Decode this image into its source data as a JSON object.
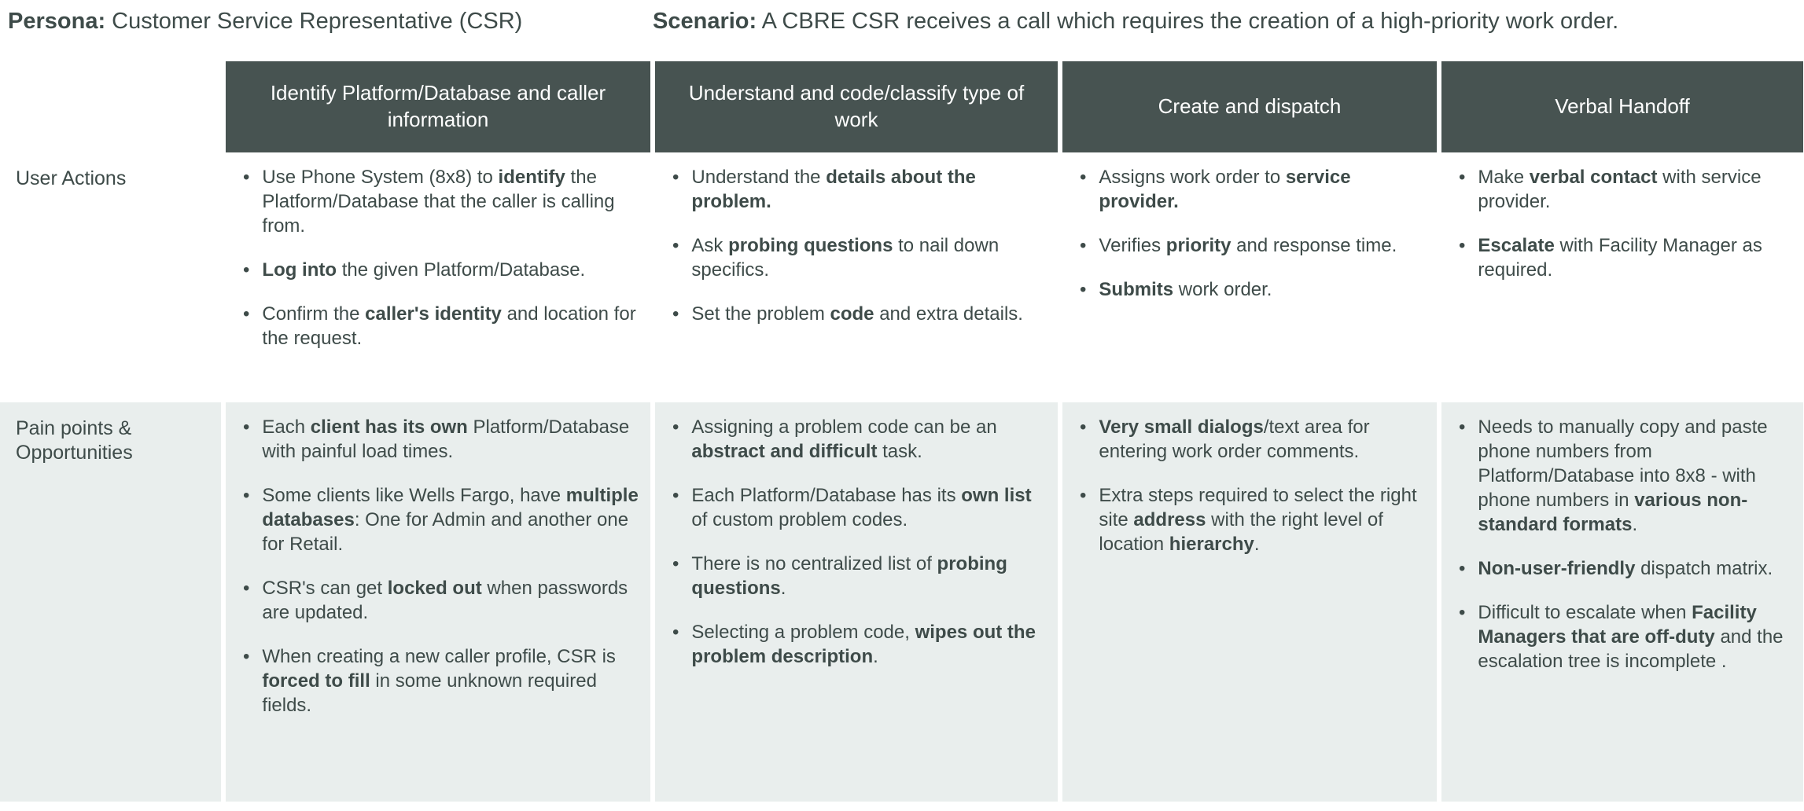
{
  "title": {
    "persona_label": "Persona:",
    "persona_value": " Customer Service Representative (CSR)",
    "scenario_label": "Scenario:",
    "scenario_value": " A CBRE CSR receives a call which requires the creation of a high-priority work order."
  },
  "colors": {
    "header_bg": "#475351",
    "row_alt_bg": "#e9eeed",
    "text": "#3e4b49"
  },
  "icons": {
    "bullet_glyph": "•"
  },
  "table": {
    "columns": [
      "Identify Platform/Database and caller information",
      "Understand and code/classify type of work",
      "Create and dispatch",
      "Verbal Handoff"
    ],
    "rows": [
      {
        "label": "User Actions",
        "cells": [
          [
            "Use Phone System (8x8) to **identify** the Platform/Database that the caller is calling from.",
            "**Log into** the given Platform/Database.",
            "Confirm the **caller's identity** and location for the request."
          ],
          [
            "Understand the **details about the problem.**",
            "Ask **probing questions** to nail down specifics.",
            "Set the problem **code** and extra details."
          ],
          [
            "Assigns work order to **service provider.**",
            "Verifies **priority** and response time.",
            "**Submits** work order."
          ],
          [
            "Make **verbal contact** with service provider.",
            "**Escalate** with Facility Manager as required."
          ]
        ]
      },
      {
        "label": "Pain points & Opportunities",
        "cells": [
          [
            "Each **client has its own** Platform/Database with painful load times.",
            "Some clients like Wells Fargo, have **multiple databases**: One for Admin and another one for Retail.",
            "CSR's can get **locked out** when passwords are updated.",
            "When creating a new caller profile, CSR is **forced to fill** in some unknown required fields."
          ],
          [
            "Assigning a problem code can be an **abstract and difficult** task.",
            "Each Platform/Database has its **own list** of custom problem codes.",
            "There is no centralized list of **probing questions**.",
            "Selecting a problem code, **wipes out the problem description**."
          ],
          [
            "**Very small dialogs**/text area for entering work order comments.",
            "Extra steps required to select the right site **address** with the right level of location **hierarchy**."
          ],
          [
            "Needs to manually copy and paste phone numbers from Platform/Database into 8x8 - with phone numbers in **various non-standard formats**.",
            "**Non-user-friendly** dispatch matrix.",
            "Difficult to escalate when **Facility Managers that are off-duty** and the escalation tree is incomplete ."
          ]
        ]
      }
    ]
  }
}
